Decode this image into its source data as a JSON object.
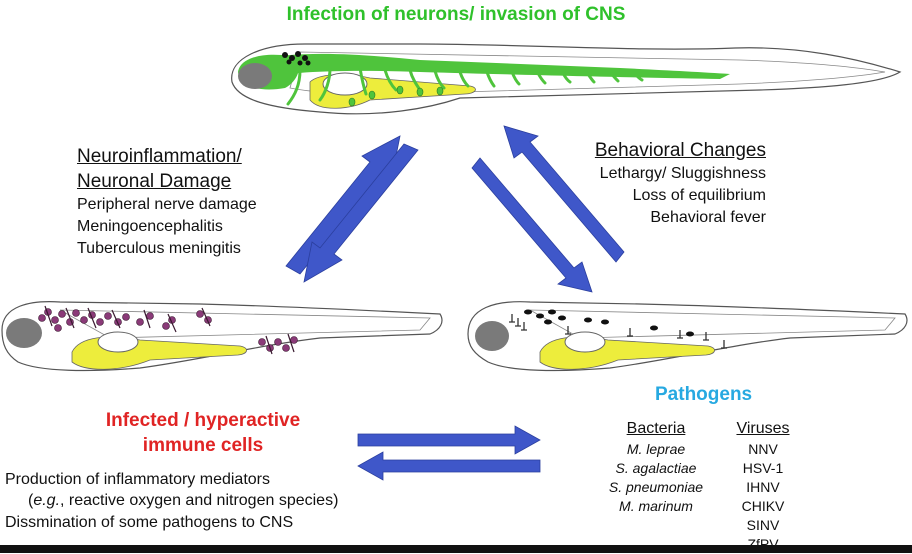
{
  "top_title": "Infection of neurons/ invasion of CNS",
  "left_panel": {
    "heading_line1": "Neuroinflammation/",
    "heading_line2": "Neuronal Damage",
    "items": [
      "Peripheral nerve damage",
      "Meningoencephalitis",
      "Tuberculous meningitis"
    ]
  },
  "right_panel": {
    "heading": "Behavioral Changes",
    "items": [
      "Lethargy/ Sluggishness",
      "Loss of equilibrium",
      "Behavioral fever"
    ]
  },
  "immune": {
    "title_line1": "Infected / hyperactive",
    "title_line2": "immune cells",
    "line1": "Production of inflammatory mediators",
    "line2_prefix": "(",
    "line2_eg": "e.g.",
    "line2_rest": ", reactive oxygen and nitrogen species)",
    "line3": "Dissmination of some pathogens to CNS"
  },
  "pathogens": {
    "title": "Pathogens",
    "bacteria_heading": "Bacteria",
    "bacteria": [
      "M. leprae",
      "S. agalactiae",
      "S. pneumoniae",
      "M. marinum"
    ],
    "viruses_heading": "Viruses",
    "viruses": [
      "NNV",
      "HSV-1",
      "IHNV",
      "CHIKV",
      "SINV",
      "ZfPV"
    ]
  },
  "colors": {
    "title_green": "#2fc12b",
    "neuron_green": "#4fc43c",
    "arrow_blue": "#3f57c9",
    "yolk_yellow": "#eded3c",
    "immune_red": "#e02424",
    "pathogens_cyan": "#27a9e1",
    "cell_purple": "#8a3a78"
  }
}
